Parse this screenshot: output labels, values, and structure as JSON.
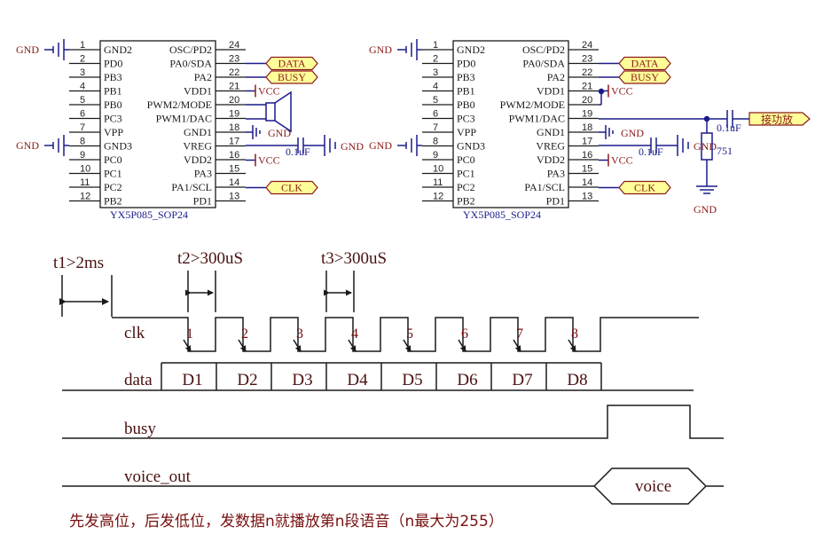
{
  "colors": {
    "wire": "#1a1a8b",
    "label": "#8b1a1a",
    "port_fill": "#ffff99",
    "timing": "#1a1a1a",
    "text": "#4a1010"
  },
  "chip": {
    "left_pins": [
      {
        "num": "1",
        "name": "GND2"
      },
      {
        "num": "2",
        "name": "PD0"
      },
      {
        "num": "3",
        "name": "PB3"
      },
      {
        "num": "4",
        "name": "PB1"
      },
      {
        "num": "5",
        "name": "PB0"
      },
      {
        "num": "6",
        "name": "PC3"
      },
      {
        "num": "7",
        "name": "VPP"
      },
      {
        "num": "8",
        "name": "GND3"
      },
      {
        "num": "9",
        "name": "PC0"
      },
      {
        "num": "10",
        "name": "PC1"
      },
      {
        "num": "11",
        "name": "PC2"
      },
      {
        "num": "12",
        "name": "PB2"
      }
    ],
    "right_pins": [
      {
        "num": "24",
        "name": "OSC/PD2"
      },
      {
        "num": "23",
        "name": "PA0/SDA"
      },
      {
        "num": "22",
        "name": "PA2"
      },
      {
        "num": "21",
        "name": "VDD1"
      },
      {
        "num": "20",
        "name": "PWM2/MODE"
      },
      {
        "num": "19",
        "name": "PWM1/DAC"
      },
      {
        "num": "18",
        "name": "GND1"
      },
      {
        "num": "17",
        "name": "VREG"
      },
      {
        "num": "16",
        "name": "VDD2"
      },
      {
        "num": "15",
        "name": "PA3"
      },
      {
        "num": "14",
        "name": "PA1/SCL"
      },
      {
        "num": "13",
        "name": "PD1"
      }
    ],
    "part": "YX5P085_SOP24"
  },
  "schem1": {
    "gnd_top": "GND",
    "gnd_mid": "GND",
    "port_data": "DATA",
    "port_busy": "BUSY",
    "port_clk": "CLK",
    "vcc1": "VCC",
    "vcc2": "VCC",
    "gnd_pin18": "GND",
    "cap": "0.1uF",
    "gnd_cap": "GND"
  },
  "schem2": {
    "gnd_top": "GND",
    "gnd_mid": "GND",
    "port_data": "DATA",
    "port_busy": "BUSY",
    "port_clk": "CLK",
    "vcc1": "VCC",
    "vcc2": "VCC",
    "gnd_pin18": "GND",
    "cap": "0.1uF",
    "gnd_cap": "GND",
    "cap_out": "0.1uF",
    "res": "751",
    "gnd_res": "GND",
    "port_amp": "接功放"
  },
  "timing": {
    "t1": "t1>2ms",
    "t2": "t2>300uS",
    "t3": "t3>300uS",
    "clk": "clk",
    "data": "data",
    "busy": "busy",
    "voice_out": "voice_out",
    "pulse_nums": [
      "1",
      "2",
      "3",
      "4",
      "5",
      "6",
      "7",
      "8"
    ],
    "data_bits": [
      "D1",
      "D2",
      "D3",
      "D4",
      "D5",
      "D6",
      "D7",
      "D8"
    ],
    "voice": "voice"
  },
  "note": "先发高位，后发低位，发数据n就播放第n段语音（n最大为255）"
}
